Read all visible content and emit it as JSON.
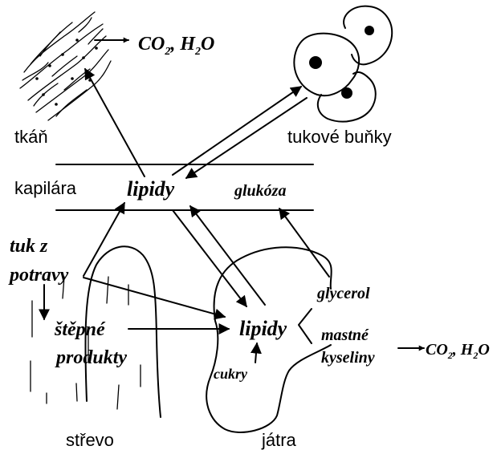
{
  "labels": {
    "tissue": "tkáň",
    "fat_cells": "tukové buňky",
    "capillary": "kapilára",
    "lipids_capillary": "lipidy",
    "glucose": "glukóza",
    "dietary_fat_line1": "tuk z",
    "dietary_fat_line2": "potravy",
    "cleavage_products_line1": "štěpné",
    "cleavage_products_line2": "produkty",
    "lipids_liver": "lipidy",
    "glycerol": "glycerol",
    "fatty_acids_line1": "mastné",
    "fatty_acids_line2": "kyseliny",
    "sugars": "cukry",
    "intestine": "střevo",
    "liver": "játra"
  },
  "products": {
    "tissue_output": {
      "co2": "CO",
      "co2_sub": "2",
      "sep": ", ",
      "h2o_h": "H",
      "h2o_sub": "2",
      "h2o_o": "O"
    },
    "fatty_acids_output": {
      "co2": "CO",
      "co2_sub": "2",
      "sep": ", ",
      "h2o_h": "H",
      "h2o_sub": "2",
      "h2o_o": "O"
    }
  }
}
